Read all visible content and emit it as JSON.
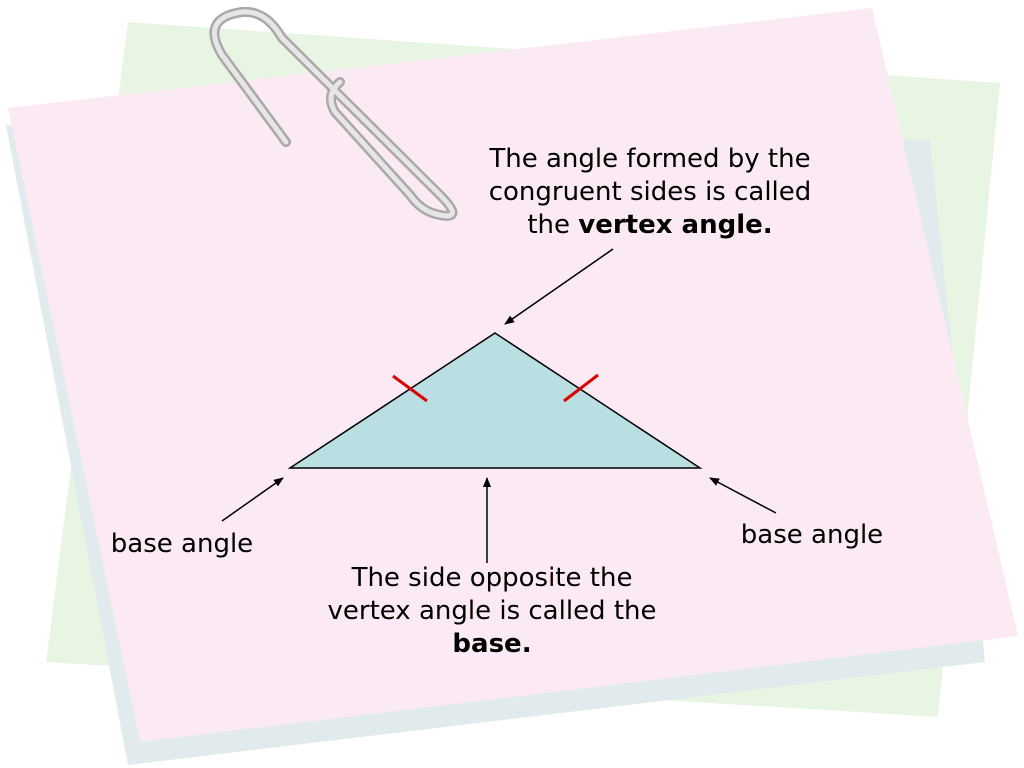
{
  "annotations": {
    "vertex": {
      "line1": "The angle formed by the",
      "line2": "congruent sides is called",
      "line3_prefix": "the ",
      "line3_bold": "vertex angle."
    },
    "base": {
      "line1": "The side opposite the",
      "line2": "vertex angle is called the",
      "line3_bold": "base."
    },
    "base_angle_left": "base angle",
    "base_angle_right": "base angle"
  },
  "colors": {
    "triangle_fill": "#b9dfe2",
    "tick_marks": "#e00000",
    "front_note": "#fbe9f3",
    "back_note_green": "#e9f5e3",
    "back_note_blue": "#e1eaec"
  }
}
